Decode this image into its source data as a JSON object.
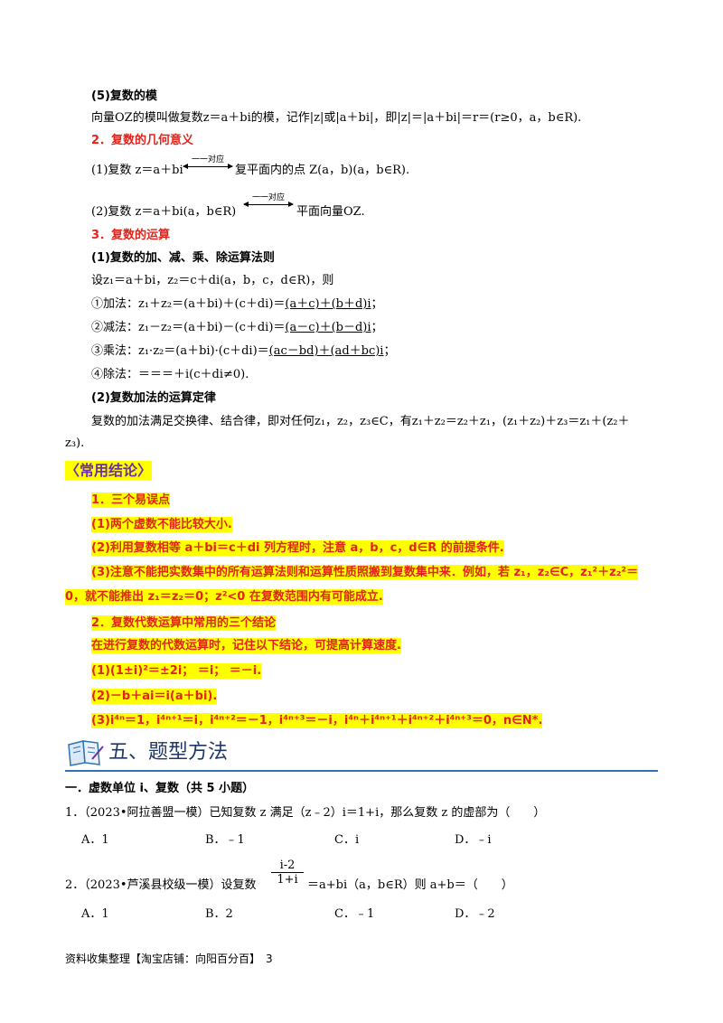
{
  "s5_title": "(5)复数的模",
  "s5_body": "向量OZ的模叫做复数z＝a＋bi的模，记作|z|或|a＋bi|，即|z|＝|a＋bi|＝r＝(r≥0，a，b∈R).",
  "h2": "2．复数的几何意义",
  "geo1_left": "(1)复数 z＝a＋bi",
  "geo1_arrow": "一一对应",
  "geo1_right": "复平面内的点 Z(a，b)(a，b∈R).",
  "geo2_left": "(2)复数 z＝a＋bi(a，b∈R)",
  "geo2_arrow": "一一对应",
  "geo2_right": "平面向量OZ.",
  "h3": "3．复数的运算",
  "ops_title": "(1)复数的加、减、乘、除运算法则",
  "ops_setup": "设z₁＝a＋bi，z₂＝c＋di(a，b，c，d∈R)，则",
  "op_add_pre": "①加法：z₁＋z₂＝(a＋bi)＋(c＋di)＝",
  "op_add_ans": "(a＋c)＋(b＋d)i",
  "op_sub_pre": "②减法：z₁－z₂＝(a＋bi)－(c＋di)＝",
  "op_sub_ans": "(a－c)＋(b－d)i",
  "op_mul_pre": "③乘法：z₁·z₂＝(a＋bi)·(c＋di)＝",
  "op_mul_ans": "(ac－bd)＋(ad＋bc)i",
  "op_div": "④除法：＝＝＝＋i(c＋di≠0).",
  "law_title": "(2)复数加法的运算定律",
  "law_body": "复数的加法满足交换律、结合律，即对任何z₁，z₂，z₃∈C，有z₁＋z₂＝z₂＋z₁，(z₁＋z₂)＋z₃＝z₁＋(z₂＋",
  "law_tail": "z₃).",
  "conclusion_tag": "〈常用结论〉",
  "c1": "1．三个易误点",
  "c1_1": "(1)两个虚数不能比较大小.",
  "c1_2": "(2)利用复数相等 a＋bi＝c＋di 列方程时，注意 a，b，c，d∈R 的前提条件.",
  "c1_3": "(3)注意不能把实数集中的所有运算法则和运算性质照搬到复数集中来．例如，若 z₁，z₂∈C，z₁²＋z₂²＝",
  "c1_3b": "0，就不能推出 z₁＝z₂＝0；z²<0 在复数范围内有可能成立.",
  "c2": "2．复数代数运算中常用的三个结论",
  "c2_intro": "在进行复数的代数运算时，记住以下结论，可提高计算速度.",
  "c2_1": "(1)(1±i)²＝±2i；  ＝i；  ＝－i.",
  "c2_2": "(2)－b＋ai＝i(a＋bi).",
  "c2_3": "(3)i⁴ⁿ＝1，i⁴ⁿ⁺¹＝i，i⁴ⁿ⁺²＝－1，i⁴ⁿ⁺³＝－i，i⁴ⁿ＋i⁴ⁿ⁺¹＋i⁴ⁿ⁺²＋i⁴ⁿ⁺³＝0，n∈N*.",
  "section_title": "五、题型方法",
  "q_group": "一．虚数单位 i、复数（共 5 小题）",
  "q1": "1．（2023•阿拉善盟一模）已知复数 z 满足（z﹣2）i＝1+i，那么复数 z 的虚部为（　　）",
  "q1_opts": [
    "A．1",
    "B．﹣1",
    "C．i",
    "D．﹣i"
  ],
  "q2_pre": "2．（2023•芦溪县校级一模）设复数",
  "q2_num": "i-2",
  "q2_den": "1+i",
  "q2_post": "＝a+bi（a，b∈R）则 a+b＝（　　）",
  "q2_opts": [
    "A．1",
    "B．2",
    "C．﹣1",
    "D．﹣2"
  ],
  "footer": "资料收集整理【淘宝店铺：向阳百分百】　3",
  "colors": {
    "accent_red": "#e2231a",
    "highlight": "#ffff00",
    "rule_blue": "#2e74b5",
    "tag_purple": "#7030a0"
  },
  "icon_name": "book-icon"
}
